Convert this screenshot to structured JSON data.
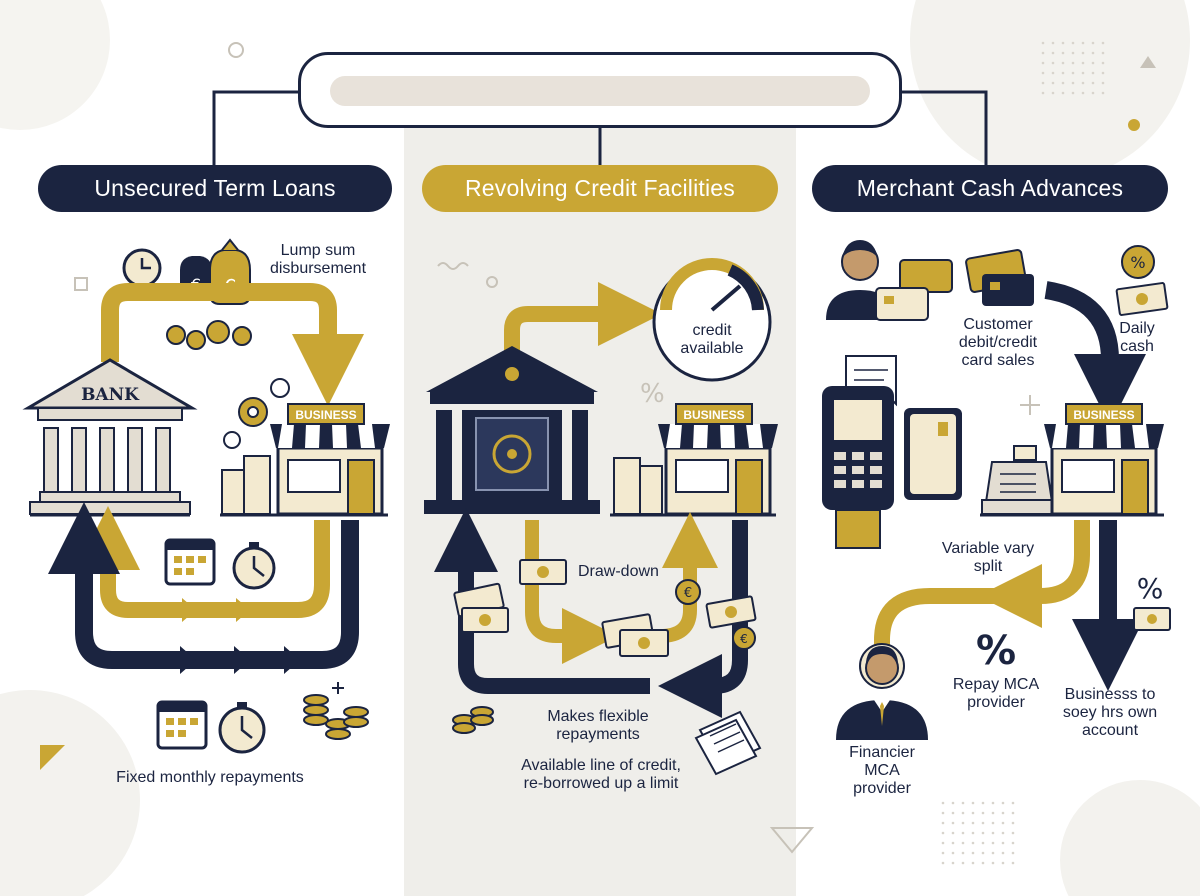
{
  "header": {
    "title": ""
  },
  "colors": {
    "navy": "#1b2440",
    "gold": "#c9a634",
    "panel": "#efeeea",
    "cream": "#f3ead0"
  },
  "columns": [
    {
      "title": "Unsecured Term Loans",
      "labels": {
        "lump_sum": "Lump sum\ndisbursement",
        "repayments": "Fixed monthly repayments"
      },
      "icons": {
        "bank_sign": "BANK",
        "business_sign": "BUSINESS"
      }
    },
    {
      "title": "Revolving Credit Facilities",
      "labels": {
        "gauge": "credit\navailable",
        "draw_down": "Draw-down",
        "flexible": "Makes flexible\nrepayments",
        "line_of_credit": "Available line of credit,\nre-borrowed up a limit"
      },
      "icons": {
        "business_sign": "BUSINESS"
      }
    },
    {
      "title": "Merchant Cash Advances",
      "labels": {
        "card_sales": "Customer\ndebit/credit\ncard sales",
        "daily_cash": "Daily\ncash",
        "split": "Variable vary\nsplit",
        "repay": "Repay MCA\nprovider",
        "own_account": "Businesss to\nsoey hrs own\naccount",
        "financier": "Financier\nMCA\nprovider"
      },
      "icons": {
        "business_sign": "BUSINESS"
      }
    }
  ]
}
